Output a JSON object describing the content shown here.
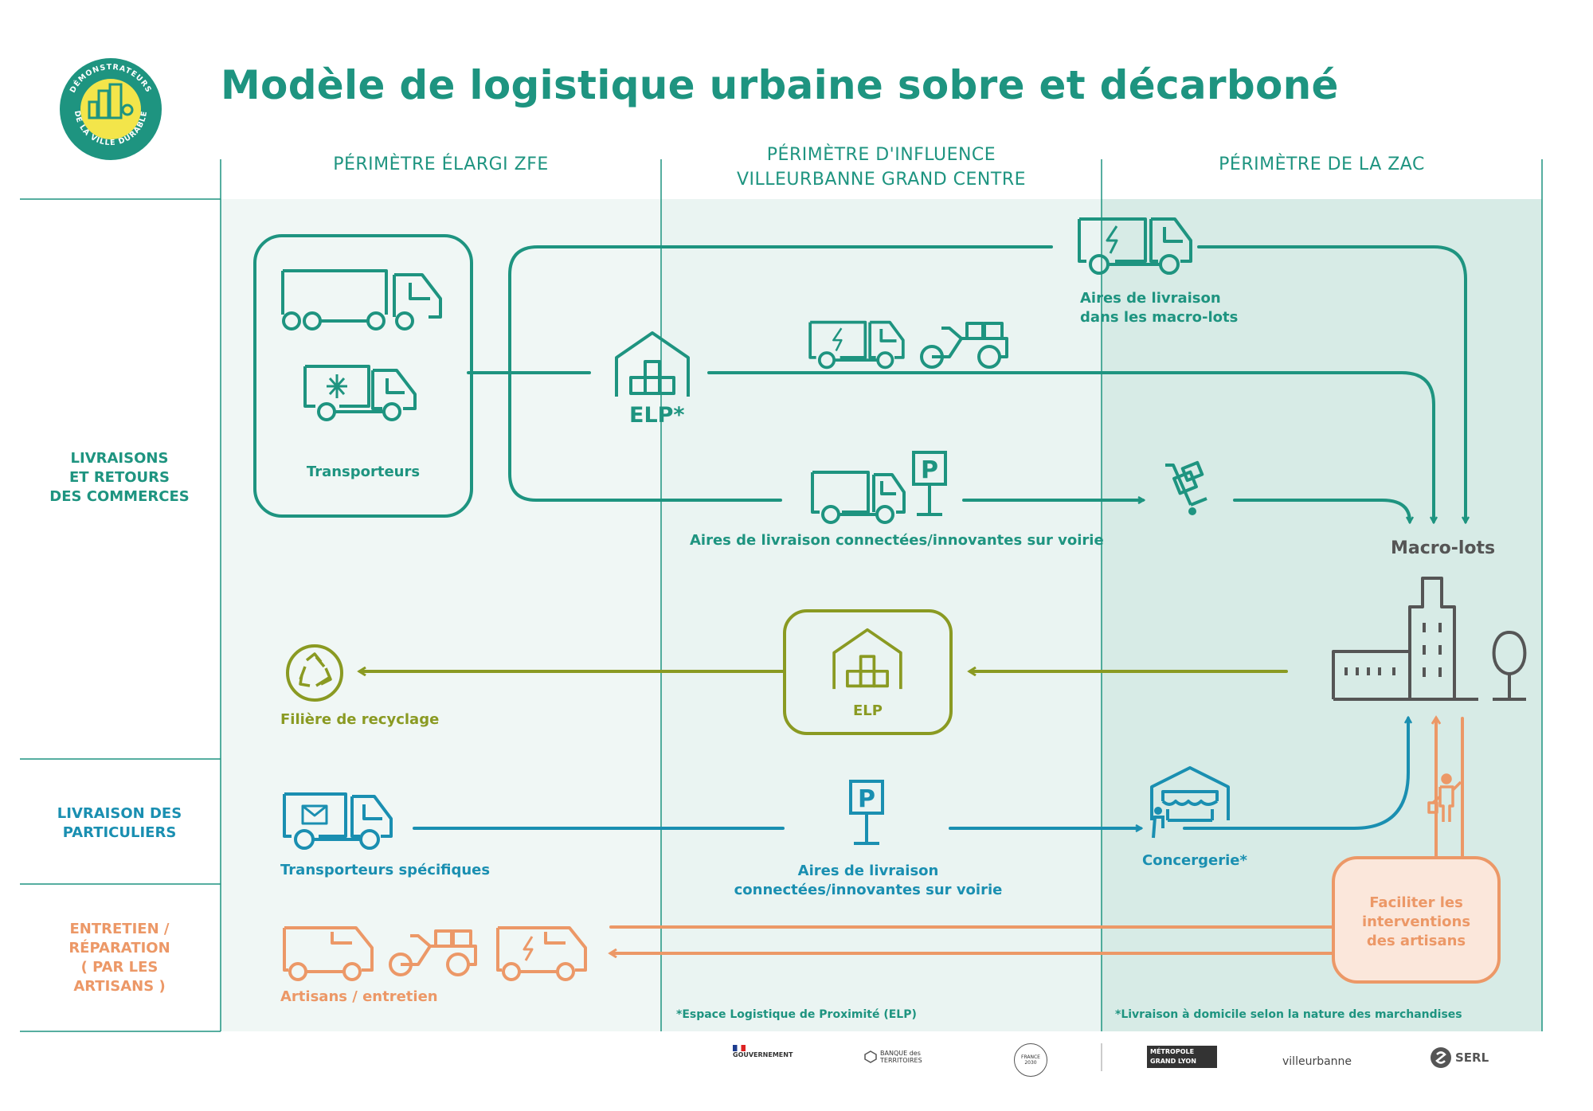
{
  "title": "Modèle de logistique urbaine sobre et décarboné",
  "badge": {
    "text": "DÉMONSTRATEURS DE LA VILLE DURABLE"
  },
  "columns": [
    {
      "label": "PÉRIMÈTRE ÉLARGI ZFE"
    },
    {
      "label": "PÉRIMÈTRE D'INFLUENCE\nVILLEURBANNE GRAND CENTRE"
    },
    {
      "label": "PÉRIMÈTRE DE LA ZAC"
    }
  ],
  "rows": [
    {
      "label": "LIVRAISONS\nET RETOURS\nDES COMMERCES",
      "color": "#1e9480"
    },
    {
      "label": "LIVRAISON DES\nPARTICULIERS",
      "color": "#1a8fb1"
    },
    {
      "label": "ENTRETIEN /\nRÉPARATION\n( PAR LES\nARTISANS )",
      "color": "#ec9867"
    }
  ],
  "nodes": {
    "transporteurs": "Transporteurs",
    "elp_star": "ELP*",
    "aires_macro": "Aires de livraison\ndans les macro-lots",
    "aires_voirie_1": "Aires de livraison connectées/innovantes sur voirie",
    "macro_lots": "Macro-lots",
    "recyclage": "Filière de recyclage",
    "elp": "ELP",
    "transporteurs_specifiques": "Transporteurs spécifiques",
    "aires_voirie_2": "Aires de livraison\nconnectées/innovantes sur voirie",
    "concergerie": "Concergerie*",
    "artisans": "Artisans / entretien",
    "faciliter": "Faciliter les\ninterventions\ndes artisans",
    "parking_sign": "P"
  },
  "notes": {
    "elp_note": "*Espace Logistique de Proximité (ELP)",
    "livraison_note": "*Livraison à domicile selon la nature des marchandises"
  },
  "partners": [
    {
      "name": "GOUVERNEMENT"
    },
    {
      "name": "BANQUE des TERRITOIRES"
    },
    {
      "name": "FRANCE 2030"
    },
    {
      "name": "MÉTROPOLE GRAND LYON"
    },
    {
      "name": "villeurbanne"
    },
    {
      "name": "SERL"
    }
  ],
  "colors": {
    "teal": "#1e9480",
    "blue": "#1a8fb1",
    "olive": "#8a9a22",
    "orange": "#ec9867",
    "gray": "#555555",
    "zone_light": "#eef6f4",
    "zone_dark": "#d9ece8"
  },
  "icons": [
    "badge-icon",
    "semi-truck-icon",
    "refrigerated-truck-icon",
    "warehouse-icon",
    "electric-van-icon",
    "cargo-bike-icon",
    "van-icon",
    "parking-sign-icon",
    "hand-truck-icon",
    "recycle-icon",
    "buildings-icon",
    "tree-icon",
    "mail-truck-icon",
    "concierge-shop-icon",
    "worker-icon",
    "artisan-van-icon",
    "artisan-bike-icon",
    "artisan-electric-van-icon"
  ]
}
